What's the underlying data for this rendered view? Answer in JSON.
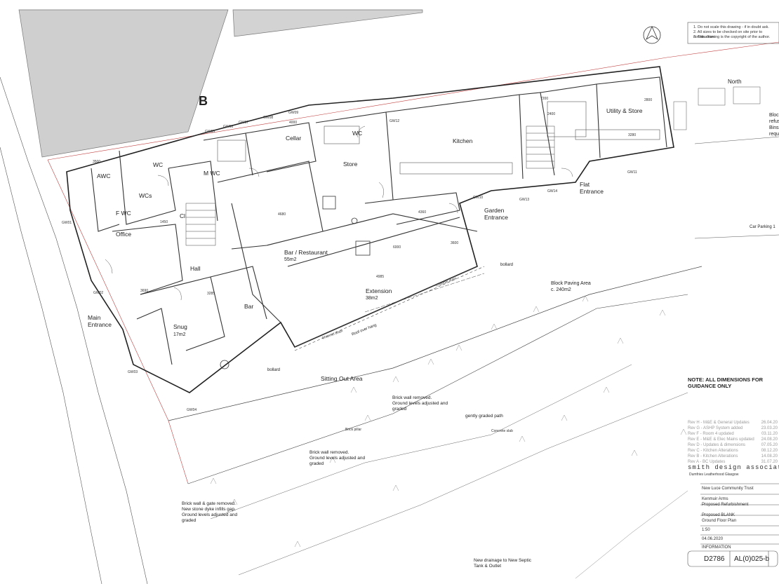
{
  "section_mark": "B",
  "north_label": "North",
  "rooms": {
    "awc": "AWC",
    "wc": "WC",
    "wcs": "WCs",
    "fwc": "F WC",
    "mwc": "M WC",
    "cellar": "Cellar",
    "wc2": "WC",
    "store": "Store",
    "kitchen": "Kitchen",
    "utility": "Utility & Store",
    "flat_entrance": "Flat\nEntrance",
    "garden_entrance": "Garden\nEntrance",
    "office": "Office",
    "cl": "Cl",
    "bar_restaurant": "Bar / Restaurant",
    "bar_restaurant_area": "55m2",
    "hall": "Hall",
    "bar": "Bar",
    "snug": "Snug",
    "snug_area": "17m2",
    "main_entrance": "Main\nEntrance",
    "extension": "Extension",
    "extension_area": "38m2",
    "block_paving": "Block Paving Area\nc. 240m2",
    "sitting_out": "Sitting Out Area",
    "bollard1": "bollard",
    "bollard2": "bollard",
    "roof_overhang": "Roof over hang",
    "channel_drain1": "Channel drain",
    "channel_drain2": "Channel drain"
  },
  "notes": {
    "brick_wall_1": "Brick wall removed.\nGround levels adjusted and\ngraded",
    "brick_wall_2": "Brick wall removed.\nGround levels adjusted and\ngraded",
    "brick_wall_gate": "Brick wall & gate removed.\nNew stone dyke infills gap.\nGround levels adjusted and\ngraded",
    "gently_graded": "gently graded path",
    "drainage": "New drainage to New Septic\nTank & Outlet",
    "car_parking": "Car Parking 1",
    "all_dims": "NOTE: ALL DIMENSIONS FOR\nGUIDANCE ONLY",
    "block_refuse": "Block\nrefuse\nBins\nrequi",
    "brick_pillar": "Brick pillar",
    "concrete_slab": "Concrete slab"
  },
  "general_notes": [
    "1. Do not scale this drawing - if in doubt ask.",
    "2. All sizes to be checked on site prior to construction.",
    "3. This drawing is the copyright of the author."
  ],
  "revisions": [
    {
      "rev": "Rev H - M&E & General Updates",
      "date": "26.04.20"
    },
    {
      "rev": "Rev G - ASHP System added",
      "date": "23.03.20"
    },
    {
      "rev": "Rev F - Room 4 updated",
      "date": "03.11.20"
    },
    {
      "rev": "Rev E - M&E & Elec Mains updated",
      "date": "24.08.20"
    },
    {
      "rev": "Rev D - Updates & dimensions",
      "date": "07.05.20"
    },
    {
      "rev": "Rev C - Kitchen Alterations",
      "date": "08.12.20"
    },
    {
      "rev": "Rev B - Kitchen Alterations",
      "date": "14.08.20"
    },
    {
      "rev": "Rev A - BC Updates",
      "date": "31.07.20"
    }
  ],
  "title_block": {
    "firm": "smith design associates",
    "firm_sub": "Dumfries   Leatherhood   Glasgow",
    "client": "New Luce Community Trust",
    "project_1": "Kenmuir Arms",
    "project_2": "Proposed Refurbishment",
    "drawing_1": "Proposed BLANK",
    "drawing_2": "Ground Floor Plan",
    "scale": "1:50",
    "date": "04.06.2020",
    "status": "INFORMATION",
    "job_no": "D2786",
    "drawing_no": "AL(0)025-b"
  },
  "dims": [
    "4680",
    "4360",
    "2400",
    "3280",
    "3690",
    "4985",
    "6000",
    "3600",
    "7200",
    "2800",
    "3500",
    "3285",
    "4000",
    "1450"
  ],
  "tags": [
    "GW01",
    "GW02",
    "GW03",
    "GW04",
    "GW05",
    "GW06",
    "GW07",
    "GW08",
    "GW09",
    "GW10",
    "GW11",
    "GW12",
    "GW13",
    "GW14"
  ]
}
